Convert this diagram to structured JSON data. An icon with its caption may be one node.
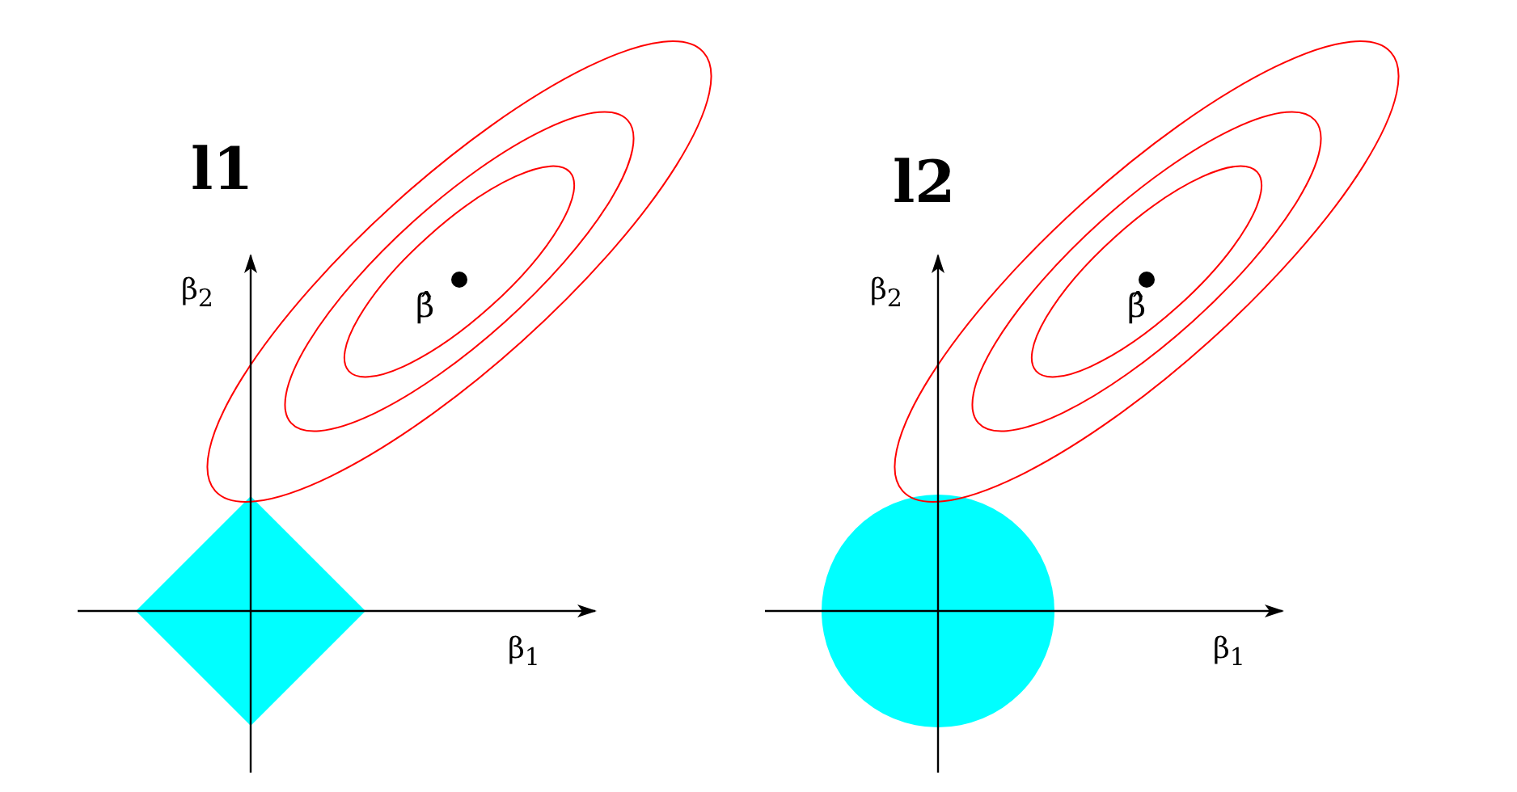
{
  "diagram": {
    "labels": [
      "l1",
      "l2",
      "β$_{2}$",
      "β̂",
      "β$_{2}$",
      "β̂",
      "β$_{1}$",
      "β$_{1}$"
    ]
  }
}
